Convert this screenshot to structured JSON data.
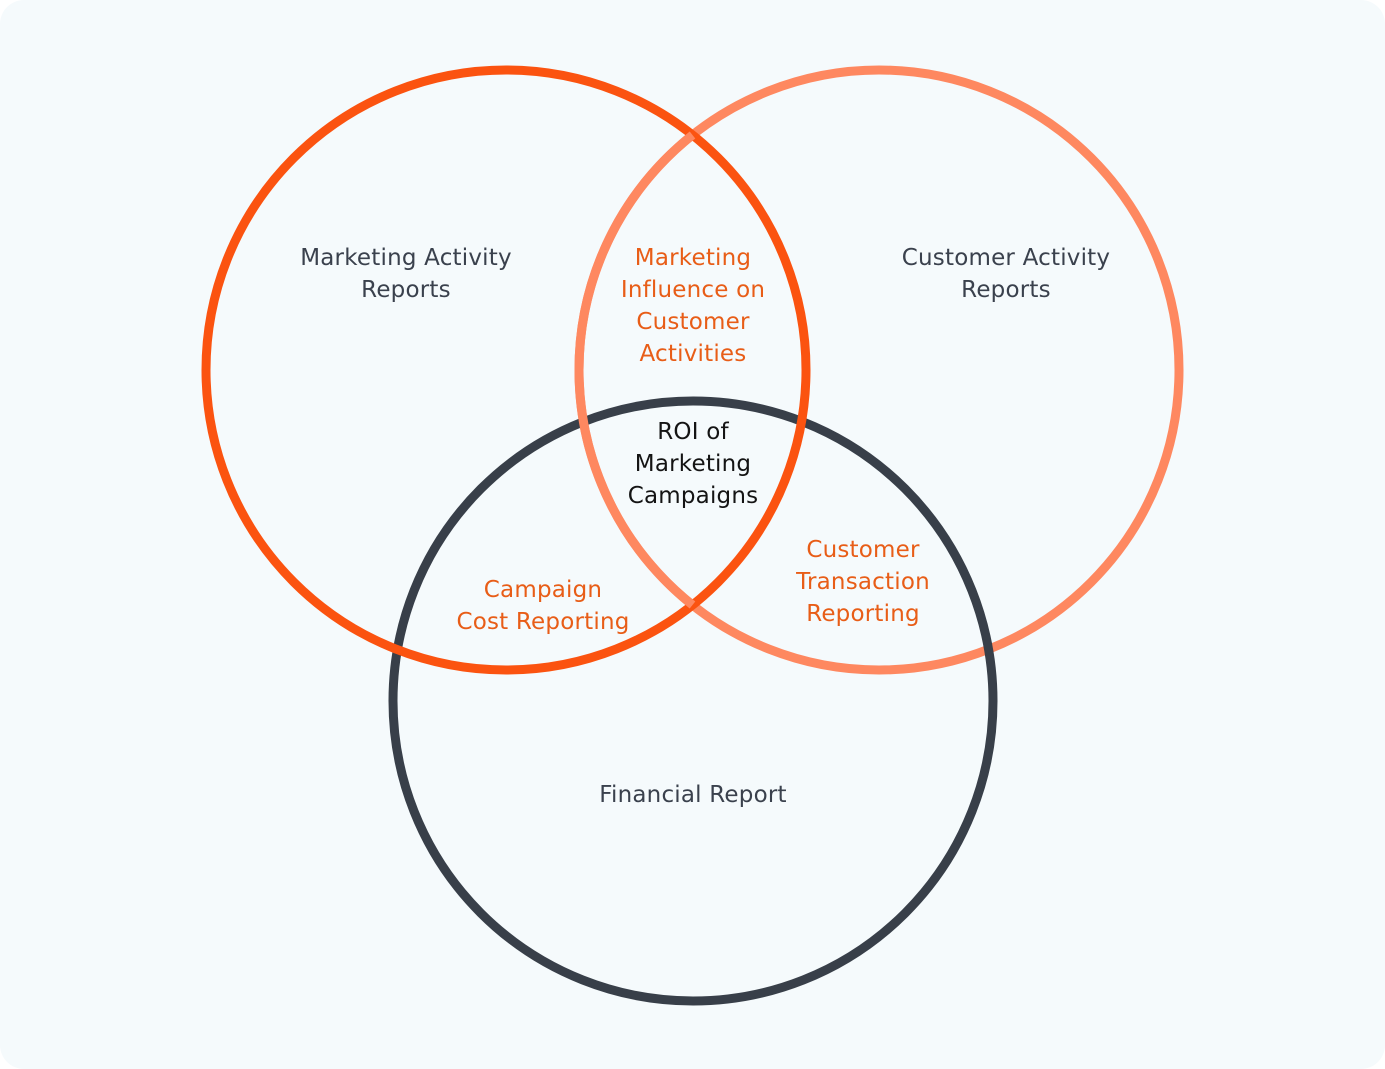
{
  "colors": {
    "marketing_circle": "#fb5310",
    "customer_circle": "#fe8860",
    "financial_circle": "#383f49",
    "region_text": "#3a414d",
    "overlap_text": "#e85d17",
    "center_text": "#141414",
    "background": "#f5fafc"
  },
  "circles": [
    {
      "id": "marketing",
      "label_lines": [
        "Marketing Activity",
        "Reports"
      ]
    },
    {
      "id": "customer",
      "label_lines": [
        "Customer Activity",
        "Reports"
      ]
    },
    {
      "id": "financial",
      "label_lines": [
        "Financial Report"
      ]
    }
  ],
  "overlaps": {
    "marketing_customer": [
      "Marketing",
      "Influence on",
      "Customer",
      "Activities"
    ],
    "marketing_financial": [
      "Campaign",
      "Cost Reporting"
    ],
    "customer_financial": [
      "Customer",
      "Transaction",
      "Reporting"
    ],
    "all_three": [
      "ROI of",
      "Marketing",
      "Campaigns"
    ]
  }
}
